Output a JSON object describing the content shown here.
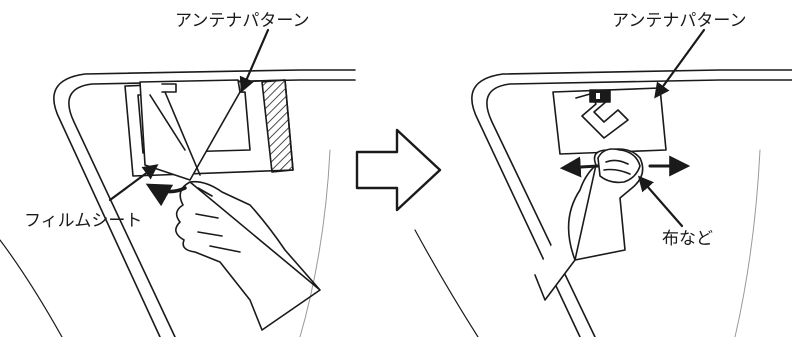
{
  "labels": {
    "antenna_left": "アンテナパターン",
    "antenna_right": "アンテナパターン",
    "film_sheet": "フィルムシート",
    "cloth": "布など"
  },
  "colors": {
    "line": "#1a1a1a",
    "hatch": "#1a1a1a",
    "background": "#ffffff"
  },
  "icons": {
    "step_arrow": "right-arrow-outline-icon"
  }
}
